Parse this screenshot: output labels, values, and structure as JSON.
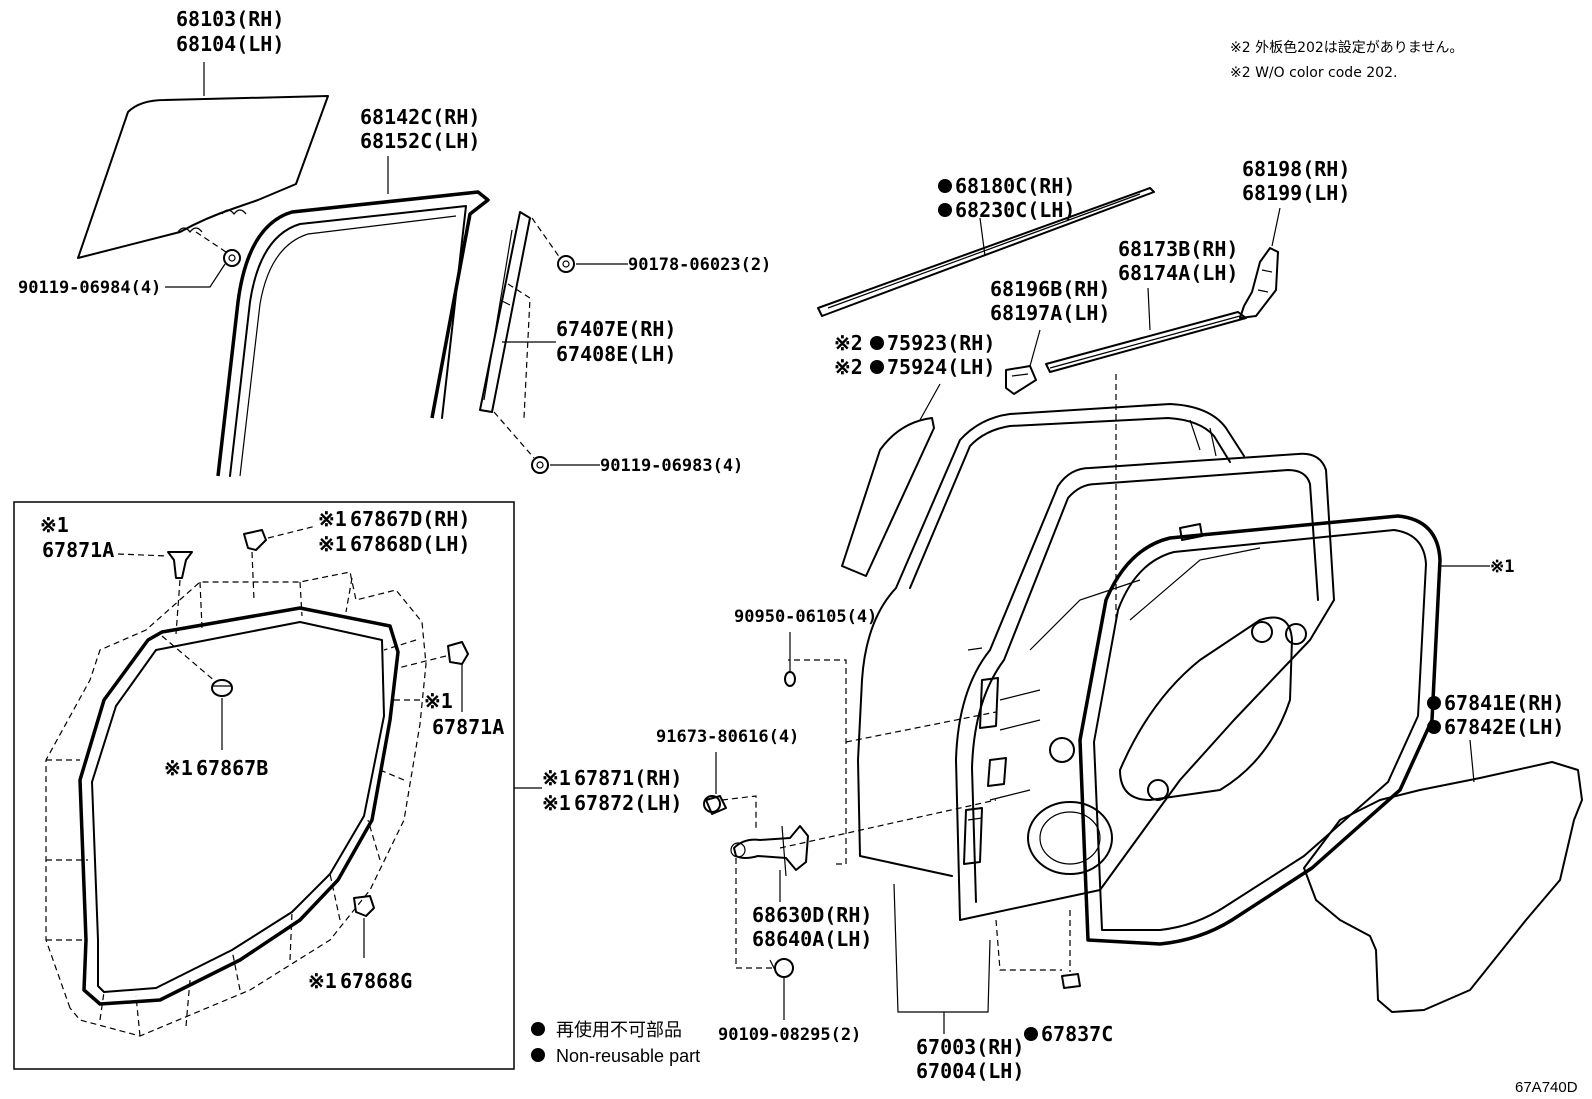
{
  "notes": {
    "jp": "※2 外板色202は設定がありません。",
    "en": "※2 W/O color code 202."
  },
  "labels": {
    "p68103": "68103(RH)",
    "p68104": "68104(LH)",
    "p68142": "68142C(RH)",
    "p68152": "68152C(LH)",
    "p90119a": "90119-06984(4)",
    "p90178": "90178-06023(2)",
    "p67407": "67407E(RH)",
    "p67408": "67408E(LH)",
    "p90119b": "90119-06983(4)",
    "p68180": "68180C(RH)",
    "p68230": "68230C(LH)",
    "p68198": "68198(RH)",
    "p68199": "68199(LH)",
    "p68173": "68173B(RH)",
    "p68174": "68174A(LH)",
    "p68196": "68196B(RH)",
    "p68197": "68197A(LH)",
    "p75923": "75923(RH)",
    "p75924": "75924(LH)",
    "p90950": "90950-06105(4)",
    "p91673": "91673-80616(4)",
    "p68630": "68630D(RH)",
    "p68640": "68640A(LH)",
    "p90109": "90109-08295(2)",
    "p67003": "67003(RH)",
    "p67004": "67004(LH)",
    "p67837": "67837C",
    "p67841": "67841E(RH)",
    "p67842": "67842E(LH)",
    "ref1": "※1",
    "p67871A_top": "67871A",
    "p67867D": "67867D(RH)",
    "p67868D": "67868D(LH)",
    "p67871A_right": "67871A",
    "p67867B": "67867B",
    "p67871": "67871(RH)",
    "p67872": "67872(LH)",
    "p67868G": "67868G",
    "ref2": "※2"
  },
  "legend": {
    "jp": "再使用不可部品",
    "en": "Non-reusable part"
  },
  "figure_code": "67A740D"
}
